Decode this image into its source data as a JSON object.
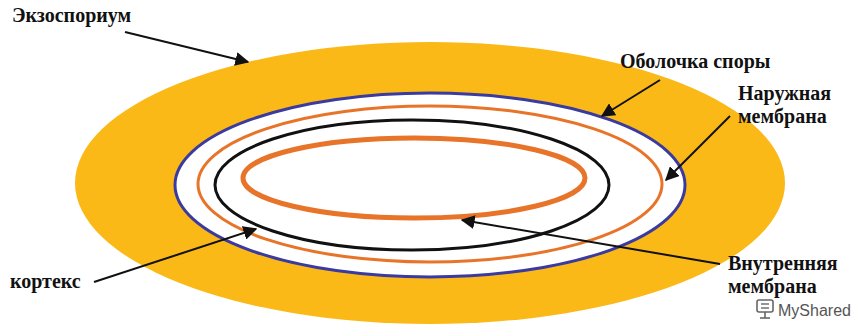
{
  "diagram": {
    "labels": [
      "Экзоспориум",
      "Оболочка споры",
      "Наружная мембрана",
      "Внутренняя мембрана",
      "кортекс",
      "MyShared"
    ]
  }
}
